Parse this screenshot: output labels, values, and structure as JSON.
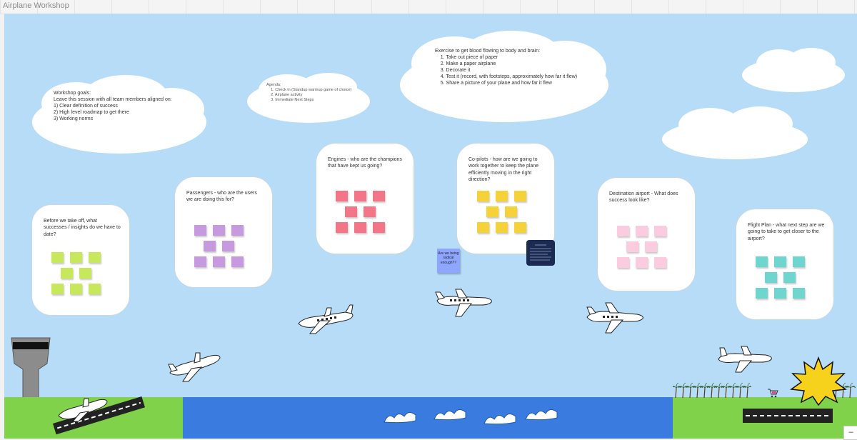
{
  "app": {
    "title": "Airplane Workshop"
  },
  "clouds": {
    "goals": "Workshop goals:\nLeave this session with all team members aligned on:\n1) Clear definition of success\n2) High level roadmap to get there\n3) Working norms",
    "agenda": "Agenda:\n    1. Check in (Standup warmup game of choice)\n    2. Airplane activity\n    3. Immediate Next Steps",
    "exercise": "Exercise to get blood flowing to body and brain:\n    1. Take out piece of paper\n    2. Make a paper airplane\n    3. Decorate it\n    4. Test it (record, with footsteps, approximately how far it flew)\n    5. Share a picture of your plane and how far it flew"
  },
  "cards": [
    {
      "id": "before",
      "text": "Before we take off, what successes / insights do we have to date?",
      "color": "#c6e85a"
    },
    {
      "id": "passengers",
      "text": "Passengers - who are the users we are doing this for?",
      "color": "#c79ae0"
    },
    {
      "id": "engines",
      "text": "Engines - who are the champions that have kept us going?",
      "color": "#f27588"
    },
    {
      "id": "copilots",
      "text": "Co-pilots - how are we going to work together to keep the plane efficiently moving in the right direction?",
      "color": "#f5d23a"
    },
    {
      "id": "destination",
      "text": "Destination airport - What does success look like?",
      "color": "#fbcbe0"
    },
    {
      "id": "flightplan",
      "text": "Flight Plan - what next step are we going to take to get closer to the airport?",
      "color": "#6fd6cf"
    }
  ],
  "notes": {
    "purple": "Are we being radical enough??",
    "navy_color": "#1b2a52",
    "purple_color": "#8fa6ff"
  },
  "scene": {
    "sky_color": "#b6dcf7",
    "grass_color": "#7fd24a",
    "water_color": "#3a7be0"
  },
  "zoom": {
    "label": "–"
  }
}
